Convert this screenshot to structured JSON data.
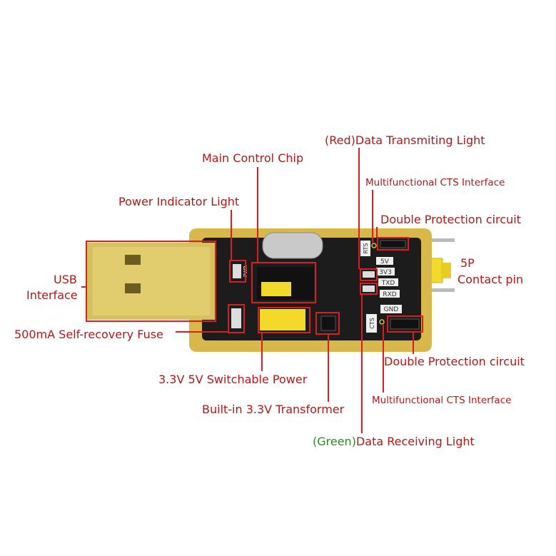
{
  "labels": {
    "tx_light_prefix": "(Red)",
    "tx_light": "Data Transmiting Light",
    "main_chip": "Main Control Chip",
    "cts_top": "Multifunctional CTS Interface",
    "power_light": "Power Indicator Light",
    "protection_top": "Double Protection circuit",
    "pin_5p": "5P",
    "contact_pin": "Contact pin",
    "usb": "USB",
    "interface": "Interface",
    "fuse": "500mA Self-recovery Fuse",
    "protection_bottom": "Double Protection circuit",
    "switchable_power": "3.3V 5V Switchable Power",
    "cts_bottom": "Multifunctional CTS Interface",
    "transformer": "Built-in 3.3V Transformer",
    "rx_light_prefix": "(Green)",
    "rx_light": "Data Receiving Light"
  },
  "silkscreen": {
    "rts": "RTS",
    "v5": "5V",
    "v33": "3V3",
    "txd": "TXD",
    "rxd": "RXD",
    "gnd": "GND",
    "cts": "CTS",
    "pwr": "PWR"
  },
  "colors": {
    "label": "#b01818",
    "green": "#2a8a2a",
    "pcb": "#1c1c1c",
    "gold": "#d8b84a",
    "header": "#f2d92a"
  }
}
